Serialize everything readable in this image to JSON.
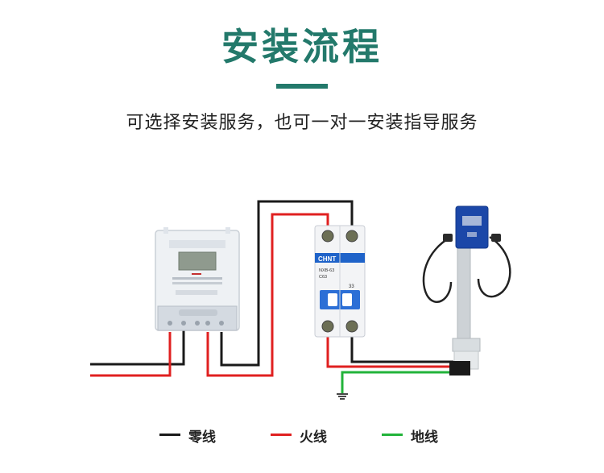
{
  "heading": {
    "title": "安装流程",
    "subtitle": "可选择安装服务，也可一对一安装指导服务"
  },
  "breaker": {
    "brand": "CHNT",
    "model": "NXB-63",
    "rating": "C63",
    "number": "33"
  },
  "legend": {
    "neutral": {
      "label": "零线",
      "color": "#1a1a1a"
    },
    "live": {
      "label": "火线",
      "color": "#e02020"
    },
    "ground": {
      "label": "地线",
      "color": "#22b33a"
    }
  },
  "colors": {
    "accent": "#23796b",
    "breaker_blue": "#1f63c9",
    "charger_blue": "#1b47a8"
  }
}
